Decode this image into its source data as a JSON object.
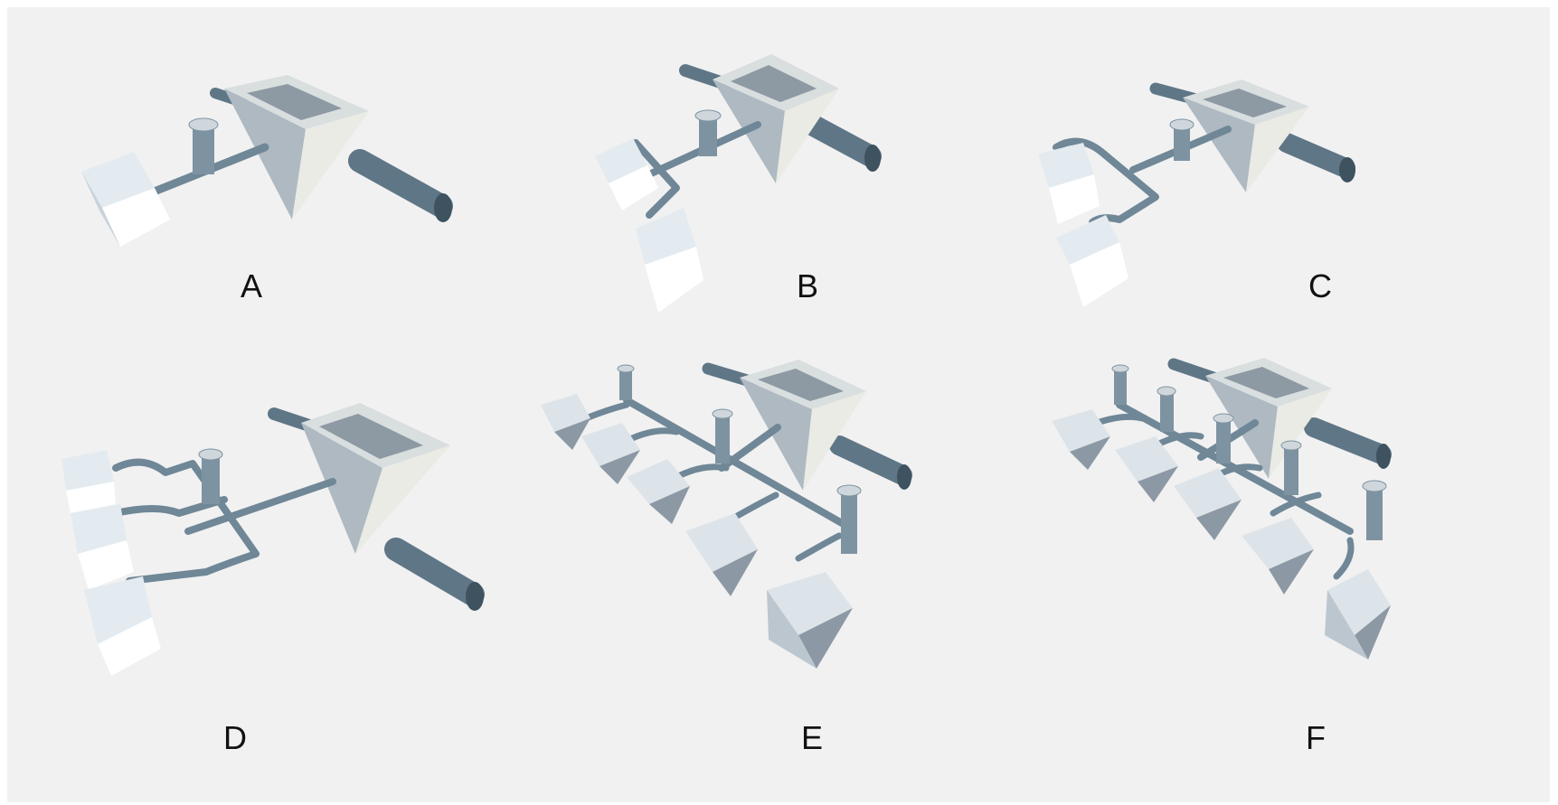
{
  "figure": {
    "panels": [
      {
        "id": "A",
        "label": "A",
        "inlets": 1,
        "vents": 1
      },
      {
        "id": "B",
        "label": "B",
        "inlets": 2,
        "vents": 1
      },
      {
        "id": "C",
        "label": "C",
        "inlets": 2,
        "vents": 1
      },
      {
        "id": "D",
        "label": "D",
        "inlets": 3,
        "vents": 1
      },
      {
        "id": "E",
        "label": "E",
        "inlets": 5,
        "vents": 3
      },
      {
        "id": "F",
        "label": "F",
        "inlets": 5,
        "vents": 5
      }
    ]
  },
  "colors": {
    "background": "#f1f1f1",
    "chamber_light": "#eceee8",
    "chamber_mid": "#b9c3cb",
    "chamber_dark": "#8b98a4",
    "pipe": "#6f8797",
    "pipe_highlight": "#9fb2bf",
    "inlet_box_top": "#e6eef3",
    "inlet_box_side": "#ffffff",
    "inlet_box_shade": "#9aa8b4",
    "label": "#111111"
  }
}
